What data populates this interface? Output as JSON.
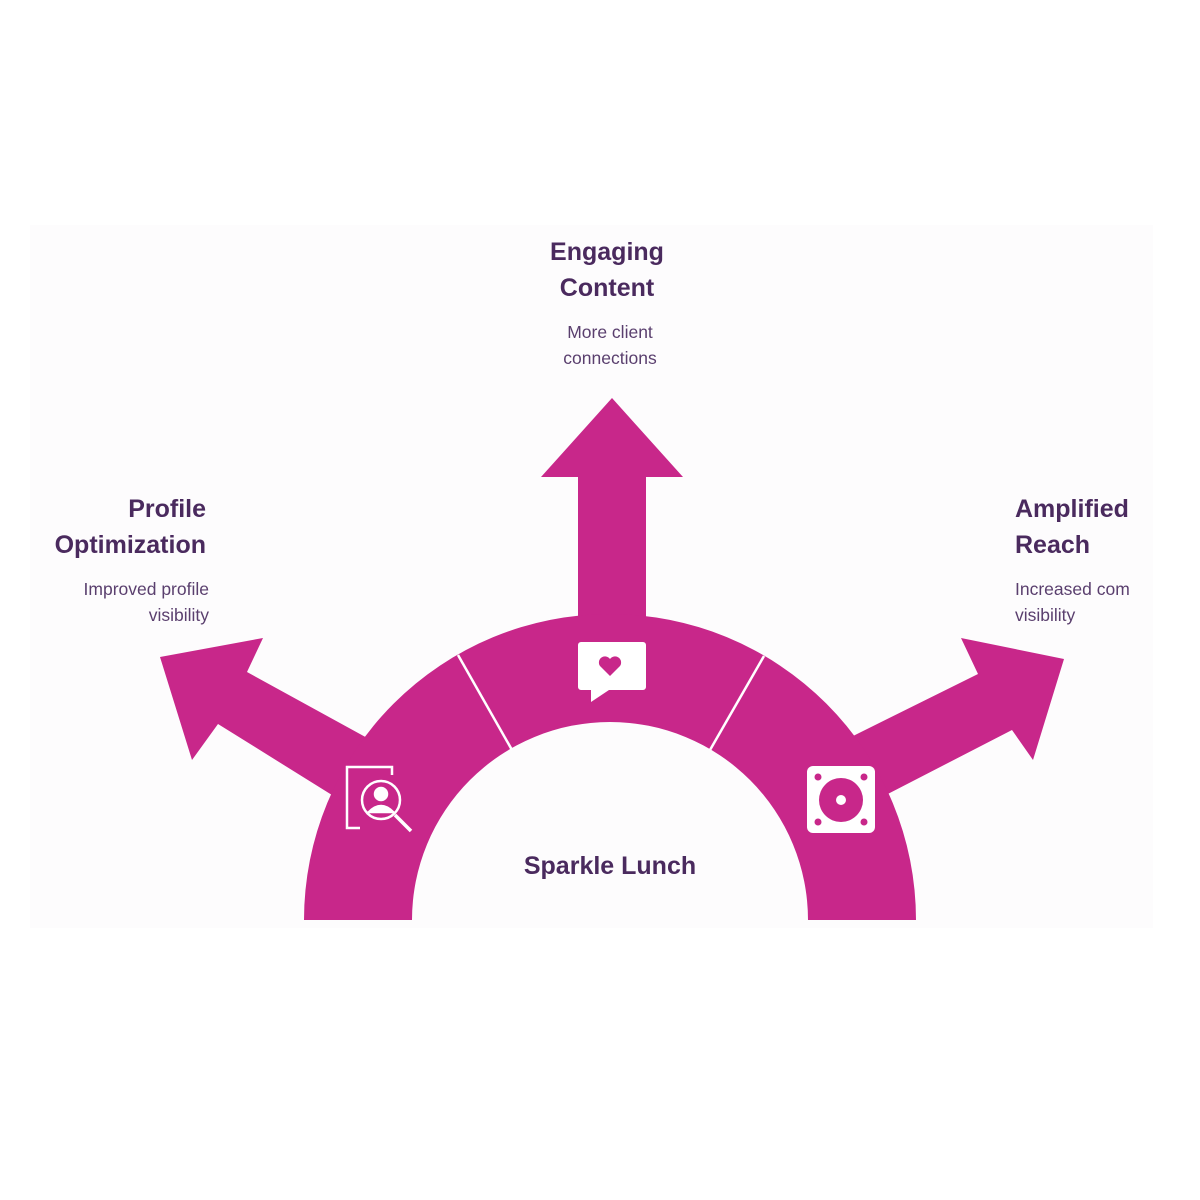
{
  "colors": {
    "accent": "#c8278a",
    "title_text": "#4a2a5e",
    "desc_text": "#5a3f6e",
    "icon": "#ffffff"
  },
  "center": {
    "label": "Sparkle Lunch"
  },
  "branches": [
    {
      "id": "left",
      "title_line1": "Profile",
      "title_line2": "Optimization",
      "desc_line1": "Improved profile",
      "desc_line2": "visibility",
      "icon": "profile-search-icon"
    },
    {
      "id": "top",
      "title_line1": "Engaging",
      "title_line2": "Content",
      "desc_line1": "More client",
      "desc_line2": "connections",
      "icon": "heart-chat-icon"
    },
    {
      "id": "right",
      "title_line1": "Amplified",
      "title_line2": "Reach",
      "desc_line1": "Increased com",
      "desc_line2": "visibility",
      "icon": "speaker-icon"
    }
  ]
}
